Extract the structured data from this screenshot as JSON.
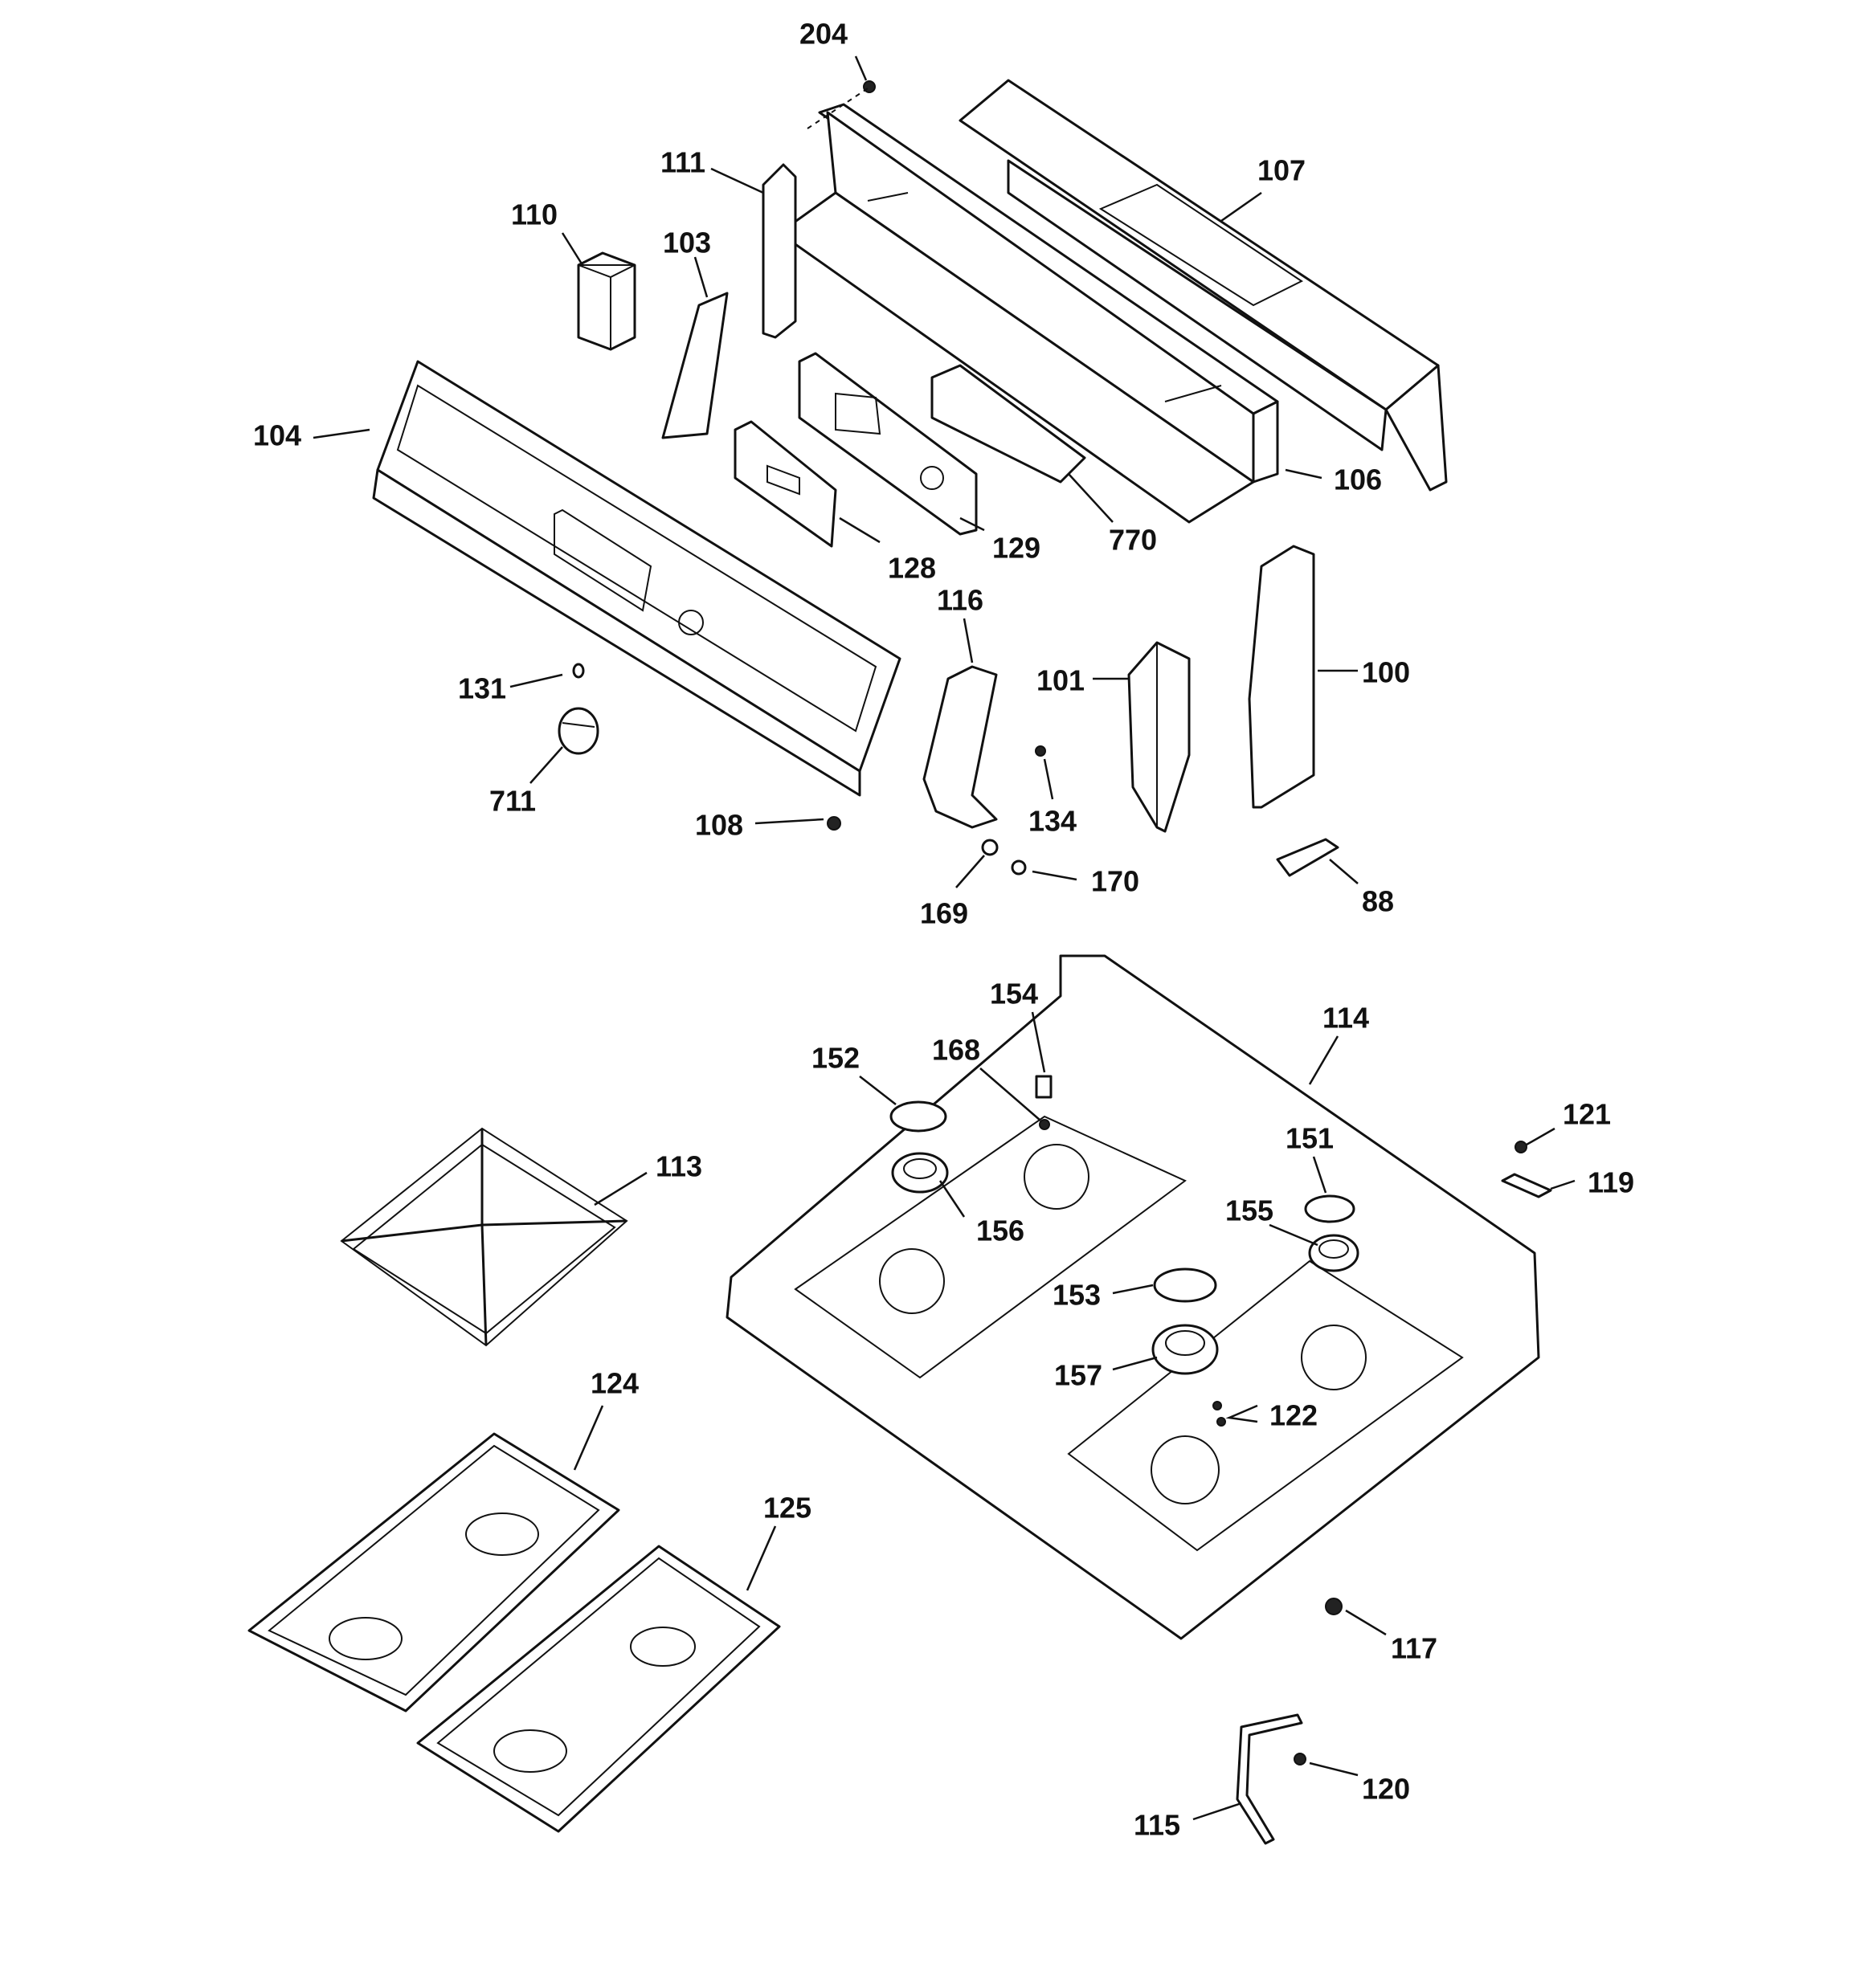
{
  "parts": [
    {
      "id": "p204",
      "number": "204"
    },
    {
      "id": "p111",
      "number": "111"
    },
    {
      "id": "p107",
      "number": "107"
    },
    {
      "id": "p110",
      "number": "110"
    },
    {
      "id": "p103",
      "number": "103"
    },
    {
      "id": "p104",
      "number": "104"
    },
    {
      "id": "p106",
      "number": "106"
    },
    {
      "id": "p128",
      "number": "128"
    },
    {
      "id": "p129",
      "number": "129"
    },
    {
      "id": "p770",
      "number": "770"
    },
    {
      "id": "p116",
      "number": "116"
    },
    {
      "id": "p101",
      "number": "101"
    },
    {
      "id": "p100",
      "number": "100"
    },
    {
      "id": "p131",
      "number": "131"
    },
    {
      "id": "p711",
      "number": "711"
    },
    {
      "id": "p108",
      "number": "108"
    },
    {
      "id": "p134",
      "number": "134"
    },
    {
      "id": "p169",
      "number": "169"
    },
    {
      "id": "p170",
      "number": "170"
    },
    {
      "id": "p88",
      "number": "88"
    },
    {
      "id": "p154",
      "number": "154"
    },
    {
      "id": "p114",
      "number": "114"
    },
    {
      "id": "p152",
      "number": "152"
    },
    {
      "id": "p168",
      "number": "168"
    },
    {
      "id": "p113",
      "number": "113"
    },
    {
      "id": "p156",
      "number": "156"
    },
    {
      "id": "p121",
      "number": "121"
    },
    {
      "id": "p151",
      "number": "151"
    },
    {
      "id": "p119",
      "number": "119"
    },
    {
      "id": "p155",
      "number": "155"
    },
    {
      "id": "p153",
      "number": "153"
    },
    {
      "id": "p124",
      "number": "124"
    },
    {
      "id": "p157",
      "number": "157"
    },
    {
      "id": "p122",
      "number": "122"
    },
    {
      "id": "p125",
      "number": "125"
    },
    {
      "id": "p117",
      "number": "117"
    },
    {
      "id": "p120",
      "number": "120"
    },
    {
      "id": "p115",
      "number": "115"
    }
  ]
}
